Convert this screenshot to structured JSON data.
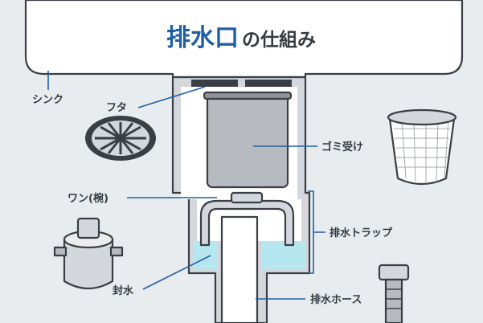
{
  "title": {
    "main": "排水口",
    "sub": "の仕組み"
  },
  "labels": {
    "sink": "シンク",
    "lid": "フタ",
    "garbage_basket": "ゴミ受け",
    "bowl": "ワン(椀)",
    "drain_trap": "排水トラップ",
    "water_seal": "封水",
    "drain_hose": "排水ホース"
  },
  "colors": {
    "background": "#e9ecef",
    "outline": "#3a3f45",
    "accent_blue": "#1f5fa6",
    "sink_white": "#ffffff",
    "pipe_wall": "#d4d7db",
    "basket_gray": "#b7babe",
    "water": "#b6e6f0"
  },
  "icons": [
    "lid-icon",
    "basket-icon",
    "bowl-cup-icon",
    "hose-fitting-icon"
  ]
}
